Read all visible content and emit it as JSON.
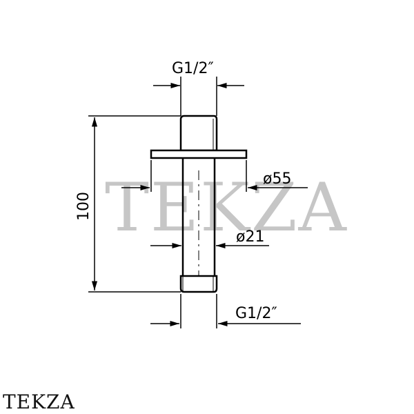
{
  "drawing": {
    "thread_top_label": "G1/2″",
    "thread_bottom_label": "G1/2″",
    "flange_diameter_label": "ø55",
    "tube_diameter_label": "ø21",
    "overall_length_label": "100"
  },
  "watermark": {
    "text": "TEKZA",
    "color": "#bdbdbd"
  },
  "brand": {
    "logo_text": "TEKZA"
  }
}
